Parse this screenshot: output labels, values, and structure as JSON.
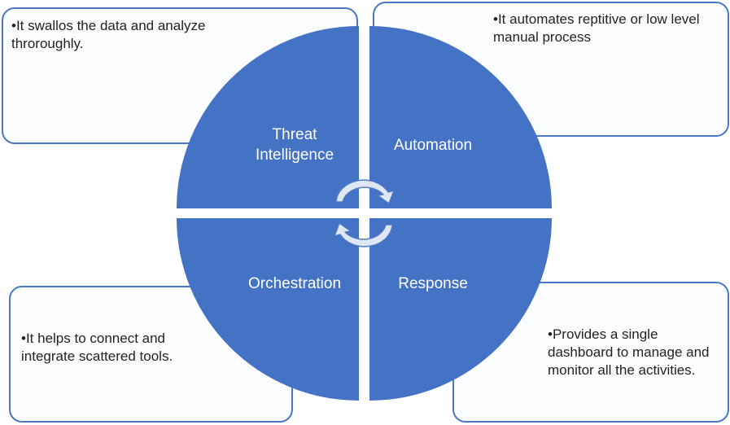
{
  "quadrants": {
    "top_left": {
      "label_line1": "Threat",
      "label_line2": "Intelligence"
    },
    "top_right": {
      "label": "Automation"
    },
    "bottom_left": {
      "label": "Orchestration"
    },
    "bottom_right": {
      "label": "Response"
    }
  },
  "notes": {
    "top_left": "•It swallos the data and analyze throroughly.",
    "top_right": "•It automates reptitive or low level manual process",
    "bottom_left": "•It helps to connect and integrate scattered tools.",
    "bottom_right": "•Provides a single dashboard to manage and monitor all the activities."
  },
  "colors": {
    "quadrant_fill": "#4472c4",
    "box_border": "#4a78c2",
    "arrow_fill": "#dfe7f4"
  }
}
